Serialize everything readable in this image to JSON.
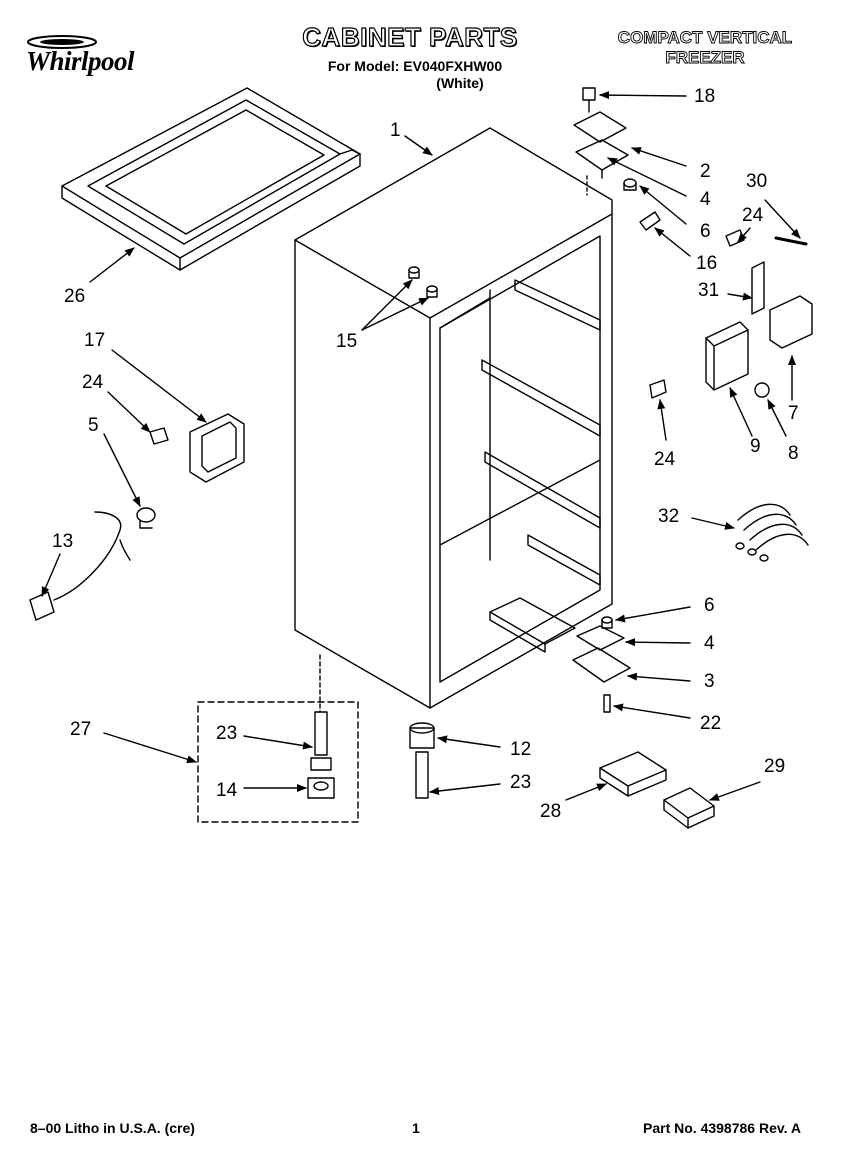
{
  "header": {
    "brand": "Whirlpool",
    "title": "CABINET PARTS",
    "model_line": "For Model: EV040FXHW00",
    "variant": "(White)",
    "product_line1": "COMPACT VERTICAL",
    "product_line2": "FREEZER"
  },
  "footer": {
    "left": "8–00 Litho in U.S.A. (cre)",
    "page": "1",
    "right": "Part No. 4398786 Rev. A"
  },
  "callouts": [
    {
      "id": "c1",
      "label": "1"
    },
    {
      "id": "c2",
      "label": "2"
    },
    {
      "id": "c3",
      "label": "3"
    },
    {
      "id": "c4a",
      "label": "4"
    },
    {
      "id": "c4b",
      "label": "4"
    },
    {
      "id": "c5",
      "label": "5"
    },
    {
      "id": "c6a",
      "label": "6"
    },
    {
      "id": "c6b",
      "label": "6"
    },
    {
      "id": "c7",
      "label": "7"
    },
    {
      "id": "c8",
      "label": "8"
    },
    {
      "id": "c9",
      "label": "9"
    },
    {
      "id": "c12",
      "label": "12"
    },
    {
      "id": "c13",
      "label": "13"
    },
    {
      "id": "c14",
      "label": "14"
    },
    {
      "id": "c15",
      "label": "15"
    },
    {
      "id": "c16",
      "label": "16"
    },
    {
      "id": "c17",
      "label": "17"
    },
    {
      "id": "c18",
      "label": "18"
    },
    {
      "id": "c22",
      "label": "22"
    },
    {
      "id": "c23a",
      "label": "23"
    },
    {
      "id": "c23b",
      "label": "23"
    },
    {
      "id": "c24a",
      "label": "24"
    },
    {
      "id": "c24b",
      "label": "24"
    },
    {
      "id": "c24c",
      "label": "24"
    },
    {
      "id": "c26",
      "label": "26"
    },
    {
      "id": "c27",
      "label": "27"
    },
    {
      "id": "c28",
      "label": "28"
    },
    {
      "id": "c29",
      "label": "29"
    },
    {
      "id": "c30",
      "label": "30"
    },
    {
      "id": "c31",
      "label": "31"
    },
    {
      "id": "c32",
      "label": "32"
    }
  ]
}
